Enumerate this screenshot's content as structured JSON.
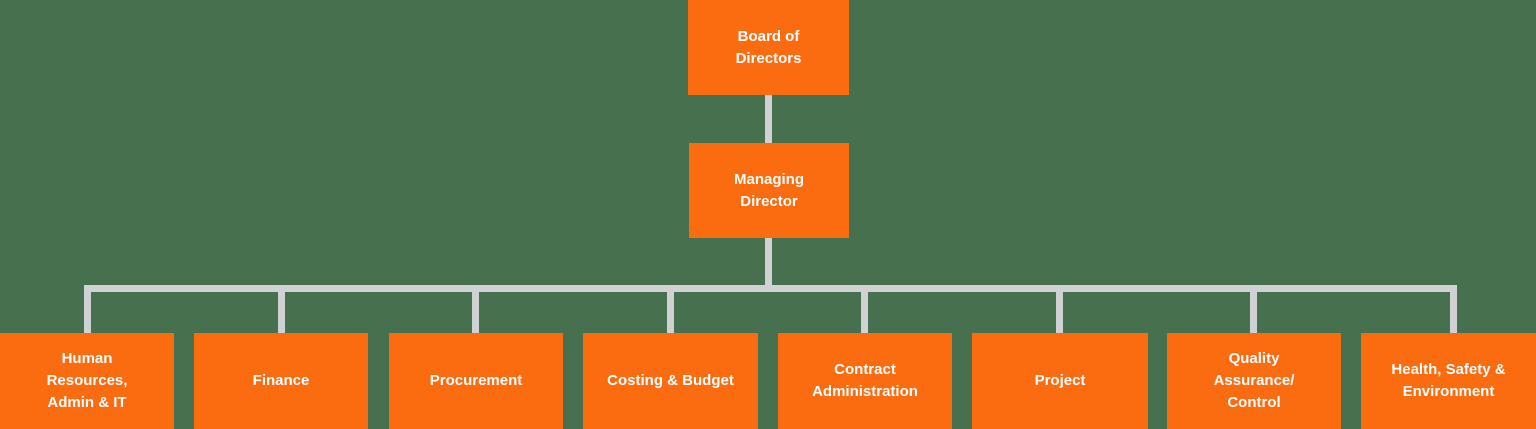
{
  "colors": {
    "background": "#47714E",
    "node_fill": "#FB6B10",
    "node_text": "#FFFFFF",
    "connector": "#CFD1D2"
  },
  "org_chart": {
    "type": "organization-chart",
    "root": {
      "label": [
        "Board of",
        "Directors"
      ]
    },
    "manager": {
      "label": [
        "Managing",
        "Director"
      ]
    },
    "departments": [
      {
        "label": [
          "Human",
          "Resources,",
          "Admin & IT"
        ]
      },
      {
        "label": [
          "Finance"
        ]
      },
      {
        "label": [
          "Procurement"
        ]
      },
      {
        "label": [
          "Costing & Budget"
        ]
      },
      {
        "label": [
          "Contract",
          "Administration"
        ]
      },
      {
        "label": [
          "Project"
        ]
      },
      {
        "label": [
          "Quality",
          "Assurance/",
          "Control"
        ]
      },
      {
        "label": [
          "Health, Safety &",
          "Environment"
        ]
      }
    ]
  }
}
